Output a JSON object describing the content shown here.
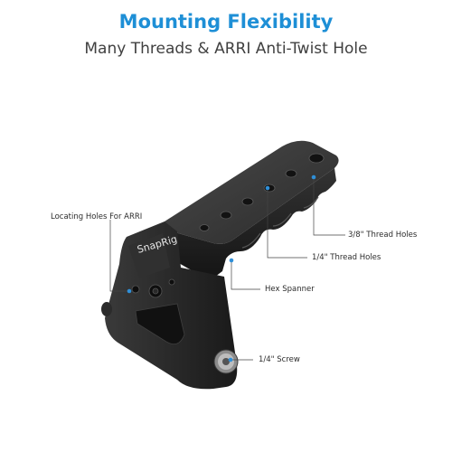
{
  "heading": {
    "title": "Mounting Flexibility",
    "subtitle": "Many Threads & ARRI Anti-Twist Hole"
  },
  "product": {
    "brand_mark": "SnapRig"
  },
  "callouts": {
    "locating_holes": "Locating Holes For ARRI",
    "thread_38": "3/8\" Thread Holes",
    "thread_14": "1/4\" Thread Holes",
    "hex_spanner": "Hex Spanner",
    "screw_14": "1/4\" Screw"
  },
  "colors": {
    "accent": "#1e8fd6",
    "subtitle": "#404040",
    "metal": "#2a2a2a",
    "callout_dot": "#2f8fd8"
  }
}
